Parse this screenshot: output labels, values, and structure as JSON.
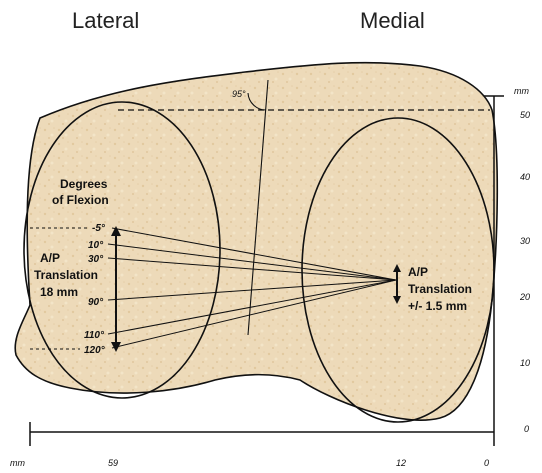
{
  "titles": {
    "lateral": "Lateral",
    "medial": "Medial"
  },
  "angle_label": "95°",
  "lateral_labels": {
    "degrees_line1": "Degrees",
    "degrees_line2": "of Flexion",
    "translation_line1": "A/P",
    "translation_line2": "Translation",
    "translation_line3": "18 mm"
  },
  "flexion_angles": [
    "-5°",
    "10°",
    "30°",
    "90°",
    "110°",
    "120°"
  ],
  "medial_labels": {
    "translation_line1": "A/P",
    "translation_line2": "Translation",
    "translation_line3": "+/- 1.5 mm"
  },
  "vertical_axis": {
    "unit": "mm",
    "ticks": [
      "50",
      "40",
      "30",
      "20",
      "10",
      "0"
    ]
  },
  "horizontal_axis": {
    "unit": "mm",
    "ticks": [
      "59",
      "12",
      "0"
    ]
  },
  "colors": {
    "bone": "#eddab9",
    "ink": "#111111"
  }
}
